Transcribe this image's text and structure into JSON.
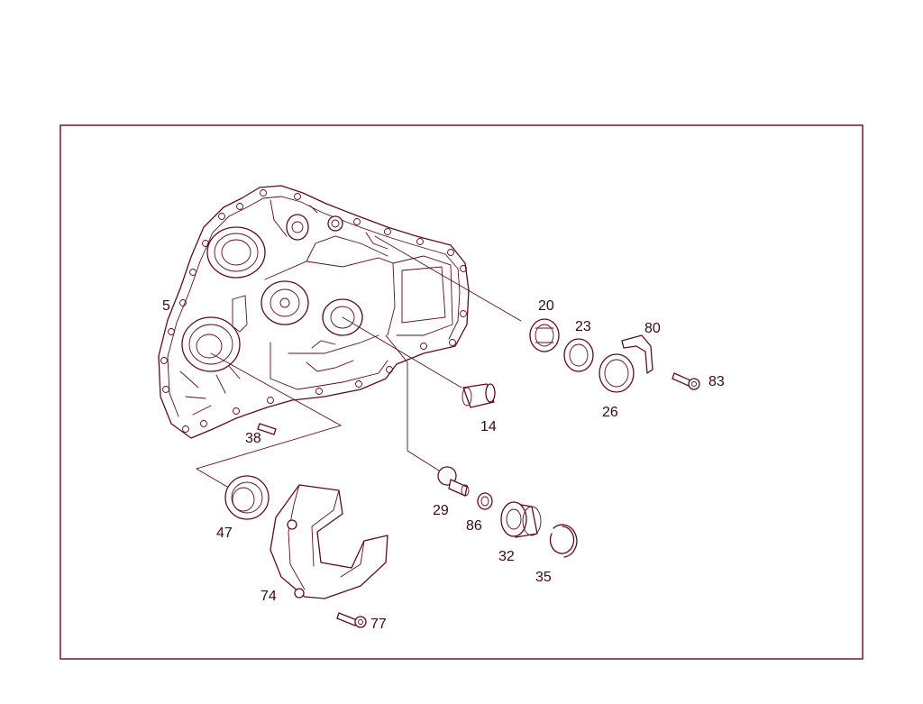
{
  "labels": {
    "p5": "5",
    "p14": "14",
    "p20": "20",
    "p23": "23",
    "p26": "26",
    "p29": "29",
    "p32": "32",
    "p35": "35",
    "p38": "38",
    "p47": "47",
    "p74": "74",
    "p77": "77",
    "p80": "80",
    "p83": "83",
    "p86": "86"
  },
  "colors": {
    "line": "#5a0f1a",
    "text": "#3a0a12",
    "background": "#ffffff"
  }
}
